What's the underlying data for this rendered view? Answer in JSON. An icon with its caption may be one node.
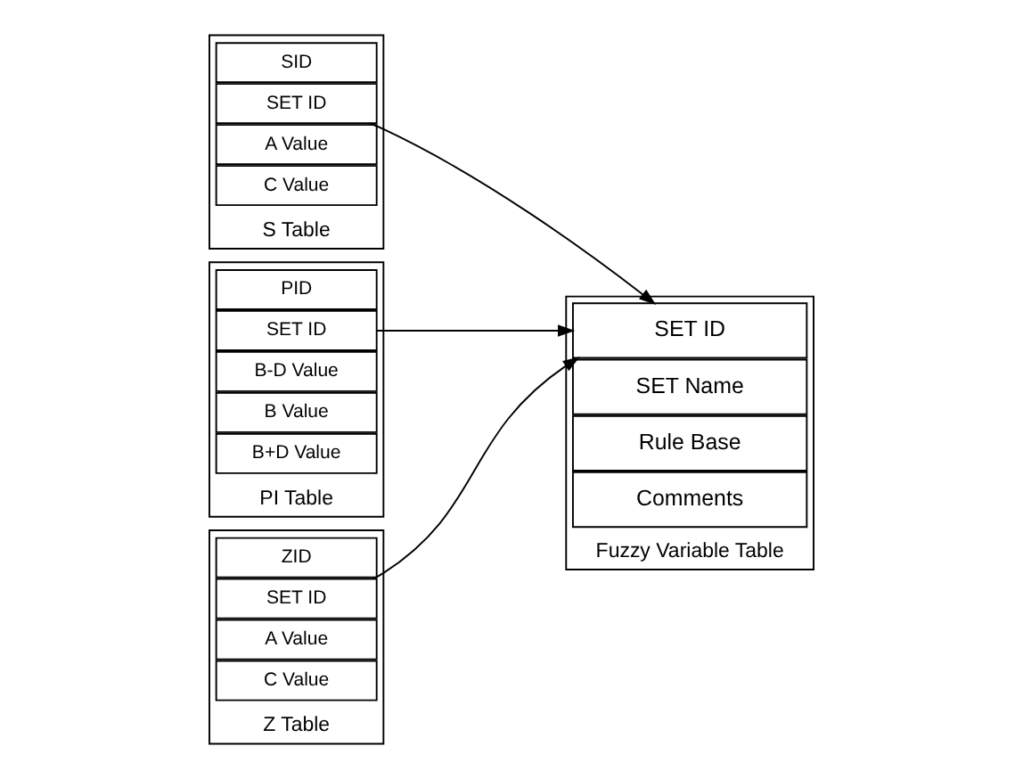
{
  "diagram": {
    "nodes": [
      {
        "text": [
          "S Table"
        ]
      },
      {
        "text": [
          "SID"
        ],
        "in": 0
      },
      {
        "text": [
          "SET ID"
        ],
        "in": 0
      },
      {
        "text": [
          "A Value"
        ],
        "in": 0
      },
      {
        "text": [
          "C Value"
        ],
        "in": 0
      },
      {
        "text": [
          "PI Table"
        ]
      },
      {
        "text": [
          "PID"
        ],
        "in": 5
      },
      {
        "text": [
          "SET ID"
        ],
        "in": 5
      },
      {
        "text": [
          "B-D Value"
        ],
        "in": 5
      },
      {
        "text": [
          "B Value"
        ],
        "in": 5
      },
      {
        "text": [
          "B+D Value"
        ],
        "in": 5
      },
      {
        "text": [
          "Z Table"
        ]
      },
      {
        "text": [
          "ZID"
        ],
        "in": 11
      },
      {
        "text": [
          "SET ID"
        ],
        "in": 11
      },
      {
        "text": [
          "A Value"
        ],
        "in": 11
      },
      {
        "text": [
          "C Value"
        ],
        "in": 11
      },
      {
        "text": [
          "Fuzzy Variable Table"
        ]
      },
      {
        "text": [
          "SET ID"
        ],
        "in": 16
      },
      {
        "text": [
          "SET Name"
        ],
        "in": 16
      },
      {
        "text": [
          "Rule Base"
        ],
        "in": 16
      },
      {
        "text": [
          "Comments"
        ],
        "in": 16
      }
    ],
    "edges": [
      {
        "from": 2,
        "to": 17,
        "arrow": "to"
      },
      {
        "from": 7,
        "to": 17,
        "arrow": "to"
      },
      {
        "from": 13,
        "to": 17,
        "arrow": "to"
      }
    ]
  }
}
